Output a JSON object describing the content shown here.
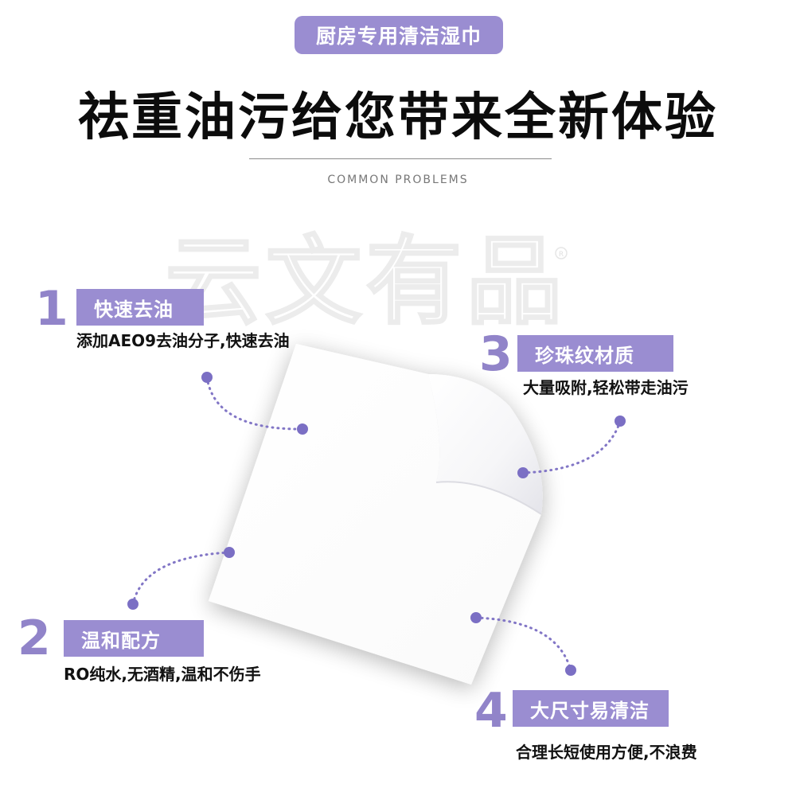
{
  "header": {
    "badge": "厨房专用清洁湿巾",
    "headline": "祛重油污给您带来全新体验",
    "subhead": "COMMON PROBLEMS"
  },
  "watermark": {
    "text": "云文有品"
  },
  "features": [
    {
      "number": "1",
      "title": "快速去油",
      "desc": "添加AEO9去油分子,快速去油"
    },
    {
      "number": "2",
      "title": "温和配方",
      "desc": "RO纯水,无酒精,温和不伤手"
    },
    {
      "number": "3",
      "title": "珍珠纹材质",
      "desc": "大量吸附,轻松带走油污"
    },
    {
      "number": "4",
      "title": "大尺寸易清洁",
      "desc": "合理长短使用方便,不浪费"
    }
  ],
  "colors": {
    "accent": "#9a8dd1",
    "number": "#9184c9",
    "dot": "#7b6fc4"
  }
}
